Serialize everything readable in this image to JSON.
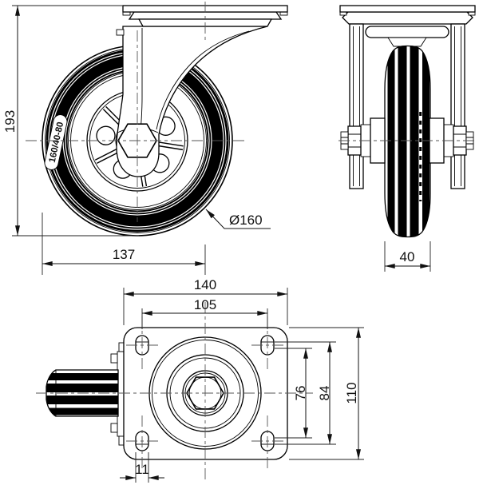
{
  "page": {
    "background": "#ffffff"
  },
  "drawing": {
    "line_color": "#000000",
    "centerline_color": "#555555",
    "views": {
      "front": {
        "tire_marking": "160/40-80",
        "dim_overall_height": "193",
        "dim_swivel_offset": "137",
        "dim_wheel_diameter": "Ø160"
      },
      "side": {
        "dim_wheel_width": "40"
      },
      "top": {
        "dim_plate_length": "140",
        "dim_bolt_pattern_length": "105",
        "dim_bolt_pattern_width_min": "76",
        "dim_bolt_pattern_width_max": "84",
        "dim_plate_width": "110",
        "dim_slot_width": "11"
      }
    }
  }
}
